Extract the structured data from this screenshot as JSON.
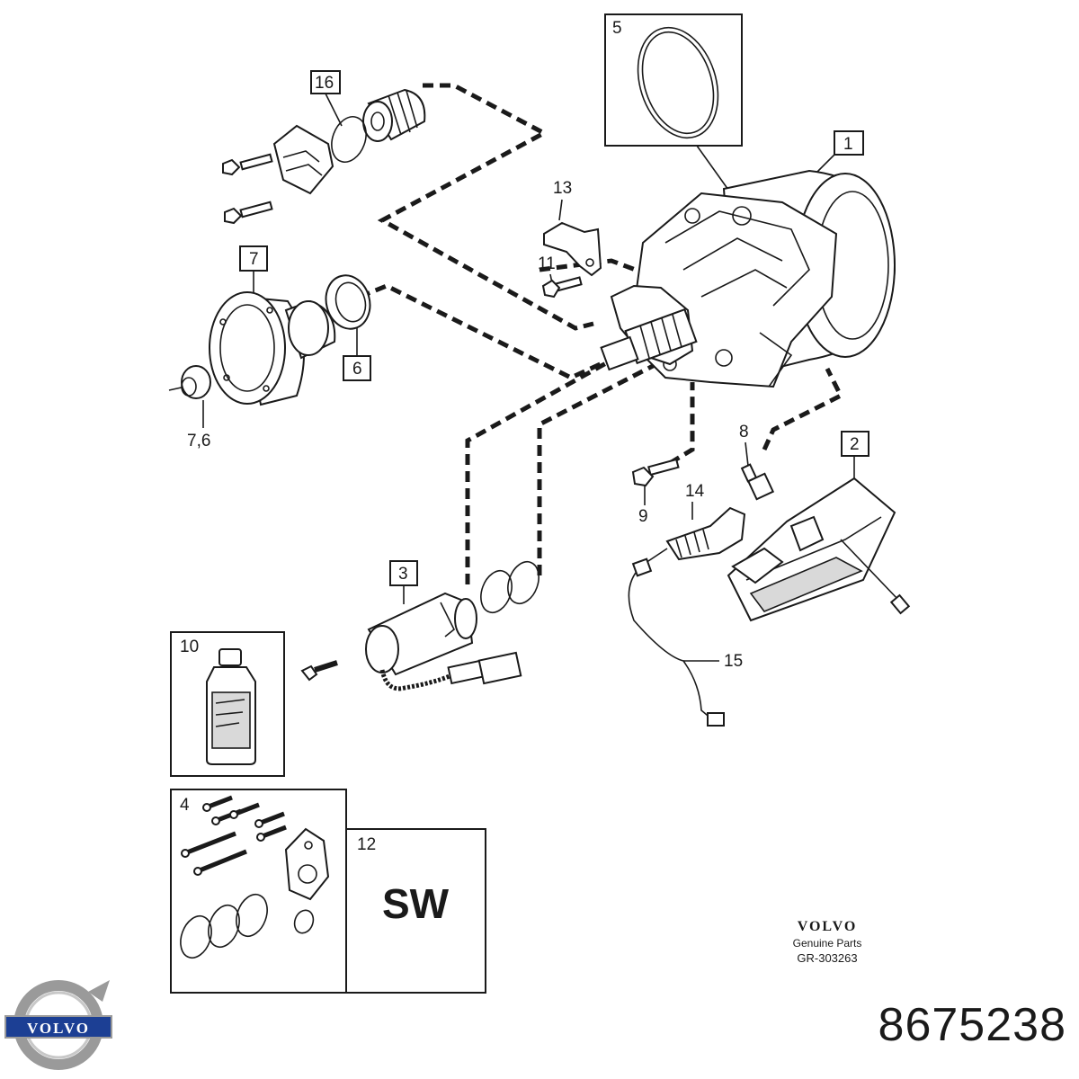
{
  "callouts": {
    "c1": "1",
    "c2": "2",
    "c3": "3",
    "c4": "4",
    "c5": "5",
    "c6": "6",
    "c7": "7",
    "c76": "7,6",
    "c8": "8",
    "c9": "9",
    "c10": "10",
    "c11": "11",
    "c12": "12",
    "c13": "13",
    "c14": "14",
    "c15": "15",
    "c16": "16"
  },
  "kit_label": "SW",
  "genuine_parts": {
    "brand": "VOLVO",
    "subtitle": "Genuine Parts",
    "code": "GR-303263"
  },
  "logo": {
    "wordmark": "VOLVO",
    "emblem": "volvo-iron-mark-icon"
  },
  "part_number": "8675238",
  "colors": {
    "ink": "#1a1a1a",
    "logo_blue": "#1c3f94",
    "logo_silver": "#9a9a9a"
  }
}
